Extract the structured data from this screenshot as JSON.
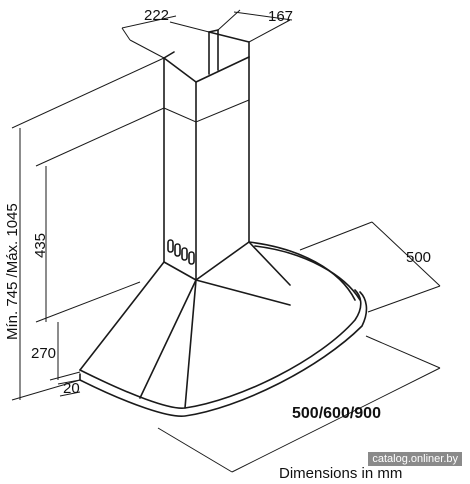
{
  "dimensions": {
    "chimney_width": "222",
    "chimney_depth": "167",
    "height_range": "Mín. 745 /Máx. 1045",
    "chimney_height": "435",
    "hood_height": "270",
    "rim": "20",
    "hood_depth": "500",
    "hood_widths": "500/600/900"
  },
  "caption": "Dimensions in mm",
  "watermark": "catalog.onliner.by"
}
